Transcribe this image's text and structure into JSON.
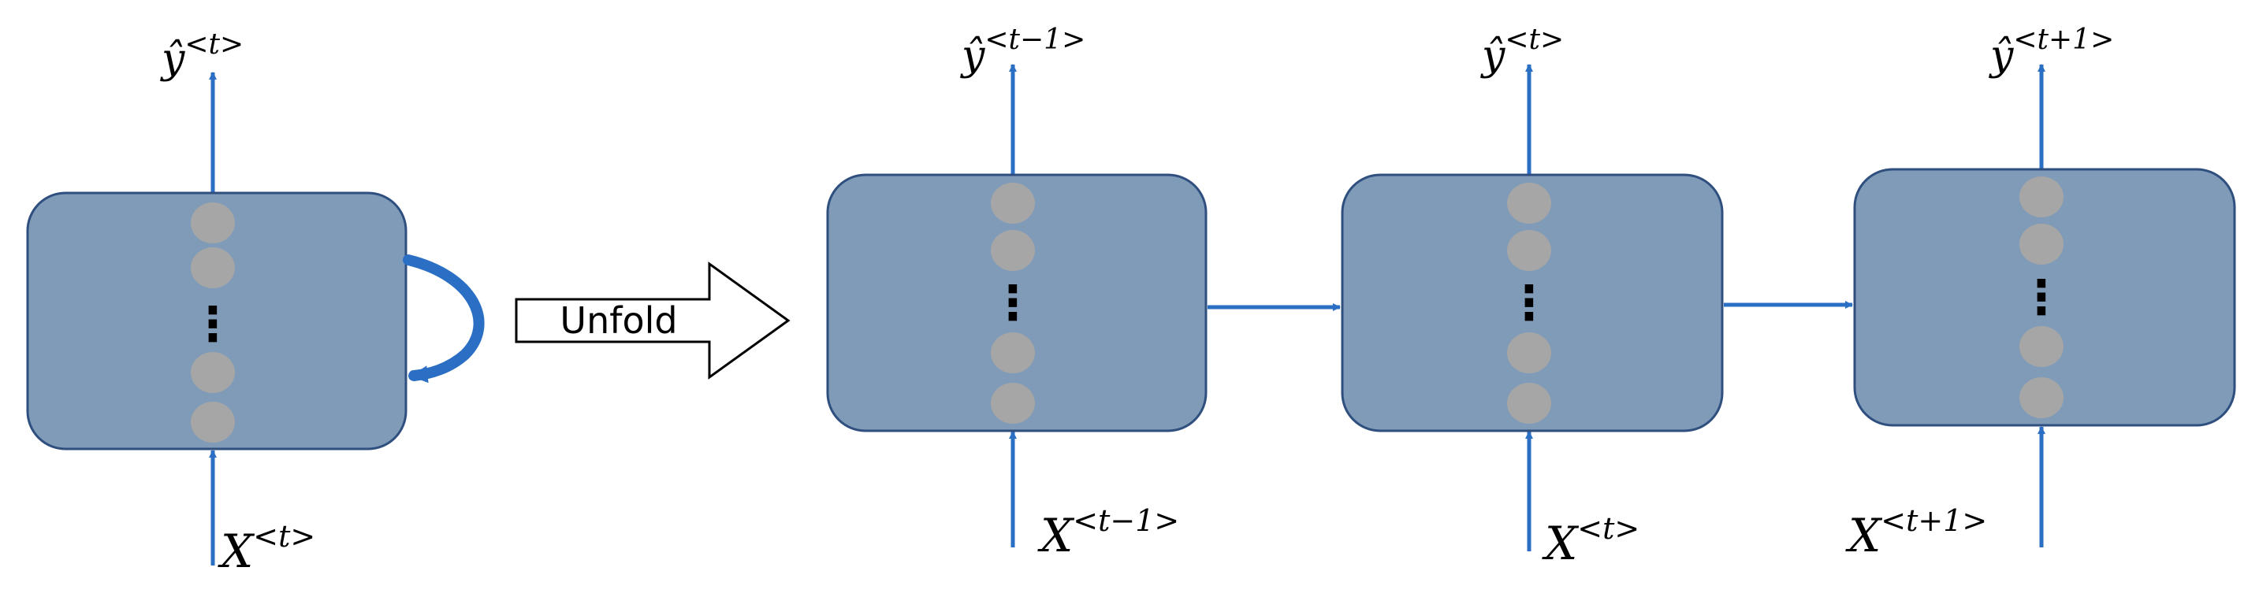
{
  "colors": {
    "box_fill": "#7f9bb8",
    "box_stroke": "#2f4f7f",
    "node_fill": "#a6a6a6",
    "arrow": "#2a6fc4",
    "text": "#000000"
  },
  "folded": {
    "output_base": "ŷ",
    "output_sup": "<t>",
    "input_base": "X",
    "input_sup": "<t>",
    "ellipsis": "⋮"
  },
  "unfold_arrow": {
    "label": "Unfold"
  },
  "unfolded": [
    {
      "output_base": "ŷ",
      "output_sup": "<t−1>",
      "input_base": "X",
      "input_sup": "<t−1>",
      "ellipsis": "⋮"
    },
    {
      "output_base": "ŷ",
      "output_sup": "<t>",
      "input_base": "X",
      "input_sup": "<t>",
      "ellipsis": "⋮"
    },
    {
      "output_base": "ŷ",
      "output_sup": "<t+1>",
      "input_base": "X",
      "input_sup": "<t+1>",
      "ellipsis": "⋮"
    }
  ]
}
